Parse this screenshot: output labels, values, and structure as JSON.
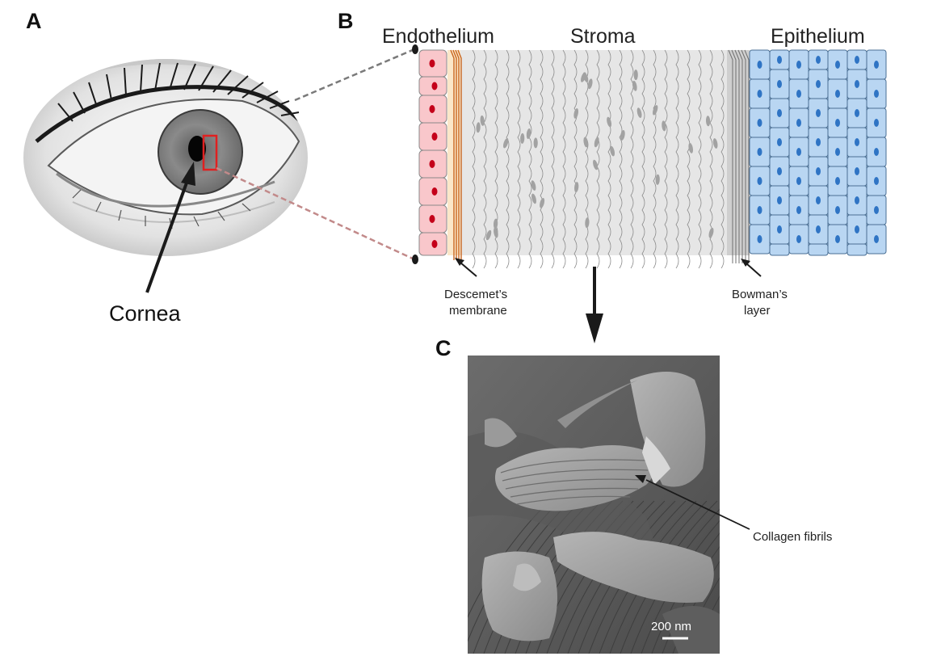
{
  "panels": {
    "a": "A",
    "b": "B",
    "c": "C"
  },
  "eye": {
    "cornea_label": "Cornea"
  },
  "layers": {
    "endothelium": "Endothelium",
    "stroma": "Stroma",
    "epithelium": "Epithelium"
  },
  "membranes": {
    "descemet_line1": "Descemet’s",
    "descemet_line2": "membrane",
    "bowman_line1": "Bowman’s",
    "bowman_line2": "layer"
  },
  "micrograph": {
    "fibrils_label": "Collagen fibrils",
    "scale_bar": "200 nm"
  },
  "colors": {
    "endothelium_fill": "#f9c7cb",
    "endothelium_nucleus": "#c4001a",
    "stroma_fill": "#e6e6e6",
    "epithelium_fill": "#b9d6f2",
    "epithelium_nucleus": "#2f74c4",
    "descemet": "#c9651e",
    "highlight_box": "#e02020"
  }
}
